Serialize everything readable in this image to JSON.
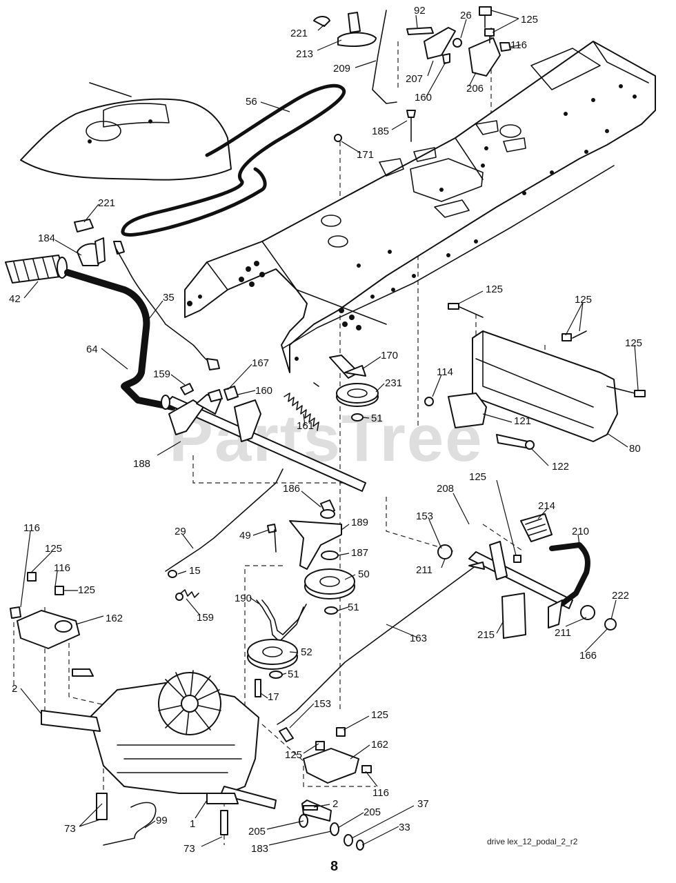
{
  "watermark": "PartsTree",
  "drawing_id": "drive lex_12_podal_2_r2",
  "page_number": "8",
  "colors": {
    "line": "#111111",
    "background": "#ffffff",
    "watermark": "#a0a0a0"
  },
  "callouts": {
    "c221a": "221",
    "c213": "213",
    "c92": "92",
    "c26": "26",
    "c125a": "125",
    "c116a": "116",
    "c209": "209",
    "c207": "207",
    "c206": "206",
    "c160a": "160",
    "c56": "56",
    "c185": "185",
    "c171": "171",
    "c221b": "221",
    "c184": "184",
    "c42": "42",
    "c35": "35",
    "c64": "64",
    "c167": "167",
    "c159a": "159",
    "c160b": "160",
    "c170": "170",
    "c231": "231",
    "c161": "161",
    "c51a": "51",
    "c125b": "125",
    "c125c": "125",
    "c125d": "125",
    "c114": "114",
    "c121": "121",
    "c80": "80",
    "c122": "122",
    "c188": "188",
    "c186": "186",
    "c189": "189",
    "c49": "49",
    "c187": "187",
    "c29": "29",
    "c15": "15",
    "c208": "208",
    "c125e": "125",
    "c153a": "153",
    "c214": "214",
    "c210": "210",
    "c211a": "211",
    "c116b": "116",
    "c125f": "125",
    "c116c": "116",
    "c125g": "125",
    "c162a": "162",
    "c50": "50",
    "c159b": "159",
    "c190": "190",
    "c51b": "51",
    "c52": "52",
    "c51c": "51",
    "c163": "163",
    "c215": "215",
    "c211b": "211",
    "c222": "222",
    "c166": "166",
    "c2a": "2",
    "c17": "17",
    "c153b": "153",
    "c125h": "125",
    "c125i": "125",
    "c162b": "162",
    "c116d": "116",
    "c2b": "2",
    "c205a": "205",
    "c37": "37",
    "c73a": "73",
    "c99": "99",
    "c1": "1",
    "c205b": "205",
    "c183": "183",
    "c33": "33",
    "c73b": "73"
  }
}
